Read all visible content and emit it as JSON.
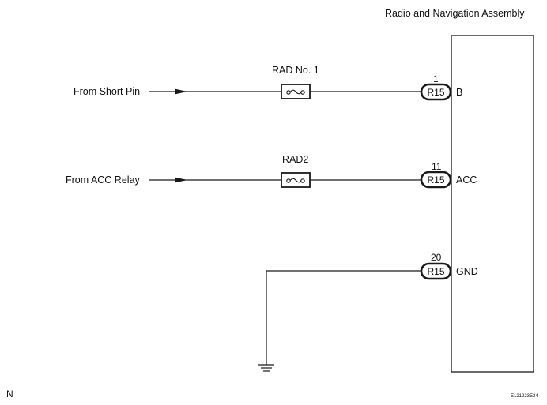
{
  "assembly": {
    "title": "Radio and Navigation Assembly"
  },
  "circuits": [
    {
      "source": "From Short Pin",
      "fuse": "RAD No. 1",
      "connector": "R15",
      "pin_number": "1",
      "terminal": "B"
    },
    {
      "source": "From ACC Relay",
      "fuse": "RAD2",
      "connector": "R15",
      "pin_number": "11",
      "terminal": "ACC"
    },
    {
      "source": "",
      "fuse": "",
      "connector": "R15",
      "pin_number": "20",
      "terminal": "GND"
    }
  ],
  "footer": {
    "corner_mark": "N",
    "figure_code": "E121223E24"
  },
  "icons": {
    "ground": "ground-symbol-icon",
    "fuse": "fuse-icon",
    "arrow": "arrow-right-icon"
  }
}
